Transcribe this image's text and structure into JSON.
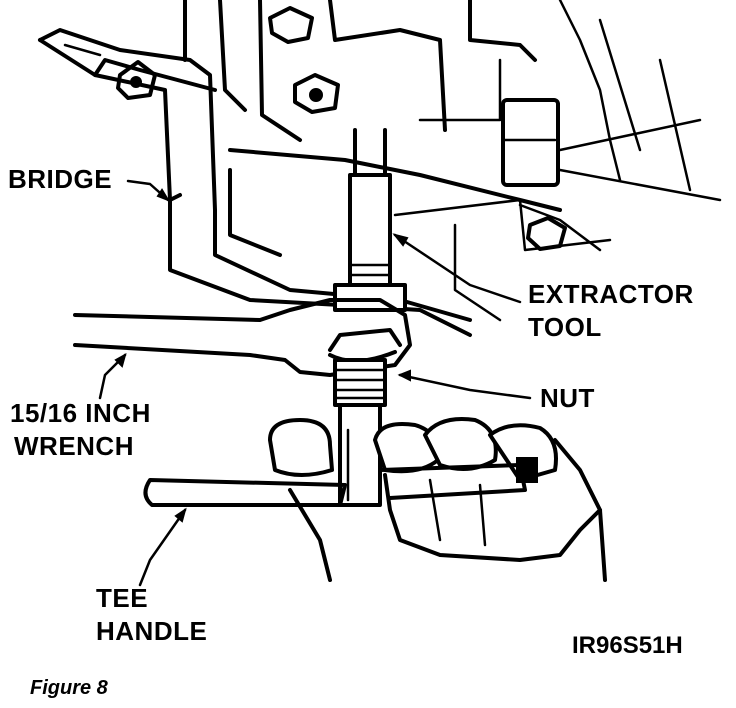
{
  "labels": {
    "bridge": "BRIDGE",
    "extractor_line1": "EXTRACTOR",
    "extractor_line2": "TOOL",
    "nut": "NUT",
    "wrench_line1": "15/16 INCH",
    "wrench_line2": "WRENCH",
    "tee_line1": "TEE",
    "tee_line2": "HANDLE"
  },
  "figure_id": "IR96S51H",
  "caption": "Figure 8"
}
